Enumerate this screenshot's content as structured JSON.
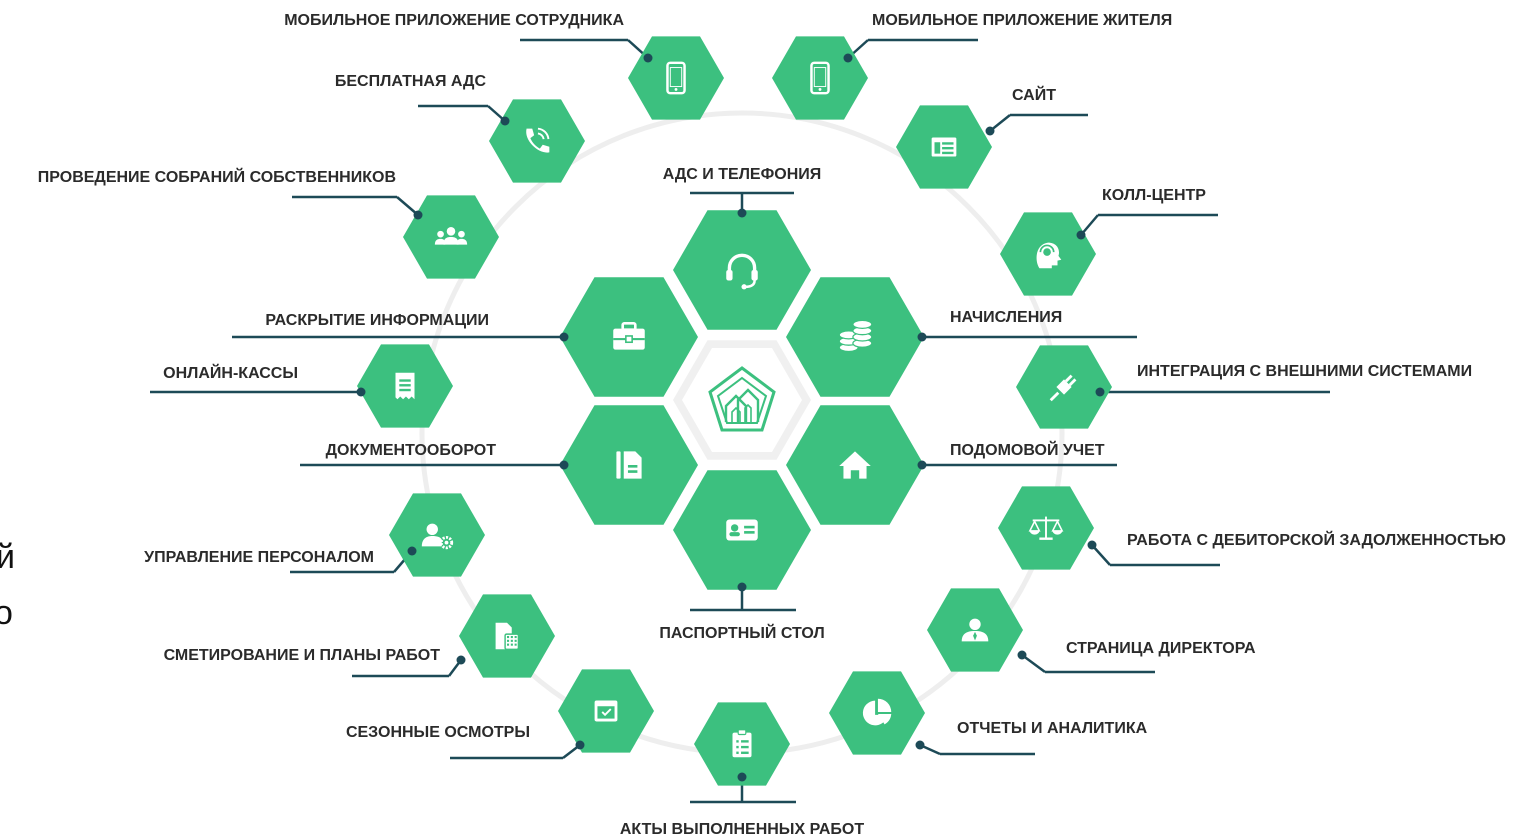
{
  "colors": {
    "hex_fill": "#3cc07f",
    "icon_fill": "#ffffff",
    "line": "#1d4a57",
    "ring": "#eeeeee",
    "label": "#2b2b2b",
    "center_bg": "#f0f0f0",
    "center_icon": "#3cc07f"
  },
  "center": {
    "icon": "houses-pentagon-logo-icon"
  },
  "clipped_text": [
    "й",
    "о"
  ],
  "core": [
    {
      "id": "ads",
      "label": "АДС И ТЕЛЕФОНИЯ",
      "icon": "headset-icon"
    },
    {
      "id": "accruals",
      "label": "НАЧИСЛЕНИЯ",
      "icon": "coins-icon"
    },
    {
      "id": "registry",
      "label": "ПОДОМОВОЙ УЧЕТ",
      "icon": "home-icon"
    },
    {
      "id": "passport",
      "label": "ПАСПОРТНЫЙ СТОЛ",
      "icon": "id-card-icon"
    },
    {
      "id": "docflow",
      "label": "ДОКУМЕНТООБОРОТ",
      "icon": "document-icon"
    },
    {
      "id": "disclosure",
      "label": "РАСКРЫТИЕ ИНФОРМАЦИИ",
      "icon": "briefcase-icon"
    }
  ],
  "outer": [
    {
      "id": "employee_app",
      "label": "МОБИЛЬНОЕ ПРИЛОЖЕНИЕ СОТРУДНИКА",
      "icon": "mobile-phone-icon"
    },
    {
      "id": "resident_app",
      "label": "МОБИЛЬНОЕ ПРИЛОЖЕНИЕ ЖИТЕЛЯ",
      "icon": "mobile-phone-icon"
    },
    {
      "id": "site",
      "label": "САЙТ",
      "icon": "browser-window-icon"
    },
    {
      "id": "callcenter",
      "label": "КОЛЛ-ЦЕНТР",
      "icon": "operator-head-icon"
    },
    {
      "id": "integration",
      "label": "ИНТЕГРАЦИЯ С ВНЕШНИМИ СИСТЕМАМИ",
      "icon": "plug-icon"
    },
    {
      "id": "debt",
      "label": "РАБОТА С ДЕБИТОРСКОЙ ЗАДОЛЖЕННОСТЬЮ",
      "icon": "scales-icon"
    },
    {
      "id": "director",
      "label": "СТРАНИЦА ДИРЕКТОРА",
      "icon": "manager-person-icon"
    },
    {
      "id": "reports",
      "label": "ОТЧЕТЫ И АНАЛИТИКА",
      "icon": "pie-chart-icon"
    },
    {
      "id": "acts",
      "label": "АКТЫ ВЫПОЛНЕННЫХ РАБОТ",
      "icon": "clipboard-list-icon"
    },
    {
      "id": "inspections",
      "label": "СЕЗОННЫЕ ОСМОТРЫ",
      "icon": "calendar-check-icon"
    },
    {
      "id": "estimates",
      "label": "СМЕТИРОВАНИЕ И ПЛАНЫ РАБОТ",
      "icon": "calculator-document-icon"
    },
    {
      "id": "staff",
      "label": "УПРАВЛЕНИЕ ПЕРСОНАЛОМ",
      "icon": "user-gear-icon"
    },
    {
      "id": "cashbox",
      "label": "ОНЛАЙН-КАССЫ",
      "icon": "receipt-icon"
    },
    {
      "id": "meetings",
      "label": "ПРОВЕДЕНИЕ СОБРАНИЙ СОБСТВЕННИКОВ",
      "icon": "group-people-icon"
    },
    {
      "id": "free_ads",
      "label": "БЕСПЛАТНАЯ АДС",
      "icon": "phone-call-icon"
    }
  ]
}
